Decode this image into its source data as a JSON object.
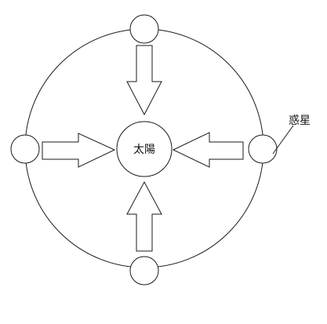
{
  "diagram": {
    "sun_label": "太陽",
    "planet_label": "惑星",
    "arrow_direction": "inward-toward-sun",
    "planet_count": 4,
    "line_color": "#1a1a1a",
    "fill_color": "#ffffff"
  }
}
